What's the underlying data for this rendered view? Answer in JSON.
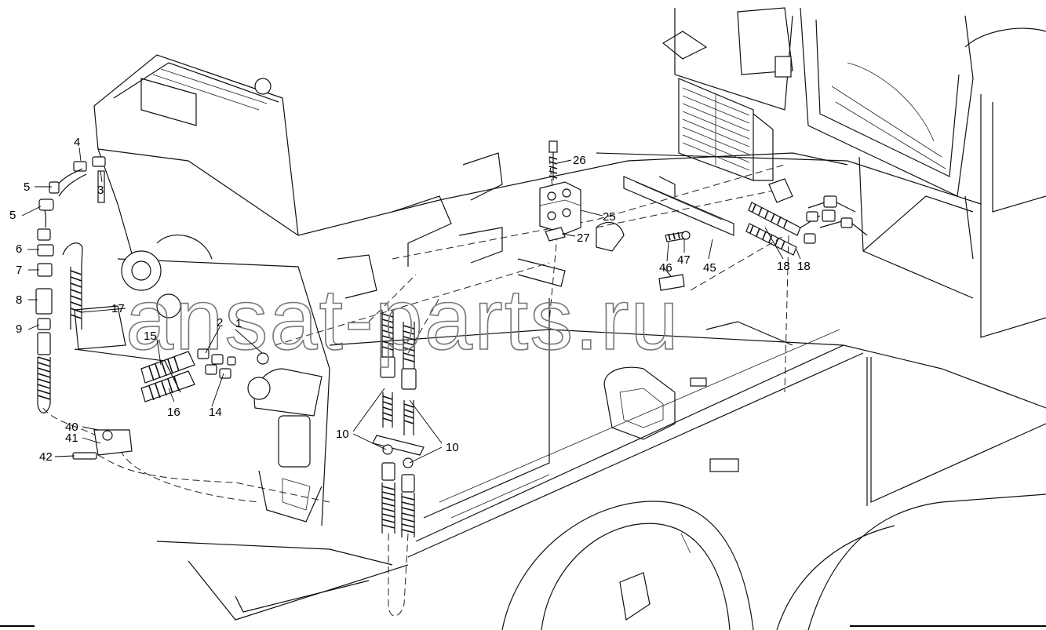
{
  "watermark": {
    "text": "ansat-parts.ru"
  },
  "callouts": [
    {
      "id": "c1",
      "text": "1"
    },
    {
      "id": "c2",
      "text": "2"
    },
    {
      "id": "c3",
      "text": "3"
    },
    {
      "id": "c4",
      "text": "4"
    },
    {
      "id": "c5a",
      "text": "5"
    },
    {
      "id": "c5b",
      "text": "5"
    },
    {
      "id": "c6",
      "text": "6"
    },
    {
      "id": "c7",
      "text": "7"
    },
    {
      "id": "c8",
      "text": "8"
    },
    {
      "id": "c9",
      "text": "9"
    },
    {
      "id": "c10a",
      "text": "10"
    },
    {
      "id": "c10b",
      "text": "10"
    },
    {
      "id": "c14",
      "text": "14"
    },
    {
      "id": "c15",
      "text": "15"
    },
    {
      "id": "c16",
      "text": "16"
    },
    {
      "id": "c17",
      "text": "17"
    },
    {
      "id": "c18a",
      "text": "18"
    },
    {
      "id": "c18b",
      "text": "18"
    },
    {
      "id": "c25",
      "text": "25"
    },
    {
      "id": "c26",
      "text": "26"
    },
    {
      "id": "c27",
      "text": "27"
    },
    {
      "id": "c40",
      "text": "40"
    },
    {
      "id": "c41",
      "text": "41"
    },
    {
      "id": "c42",
      "text": "42"
    },
    {
      "id": "c45",
      "text": "45"
    },
    {
      "id": "c46",
      "text": "46"
    },
    {
      "id": "c47",
      "text": "47"
    }
  ]
}
